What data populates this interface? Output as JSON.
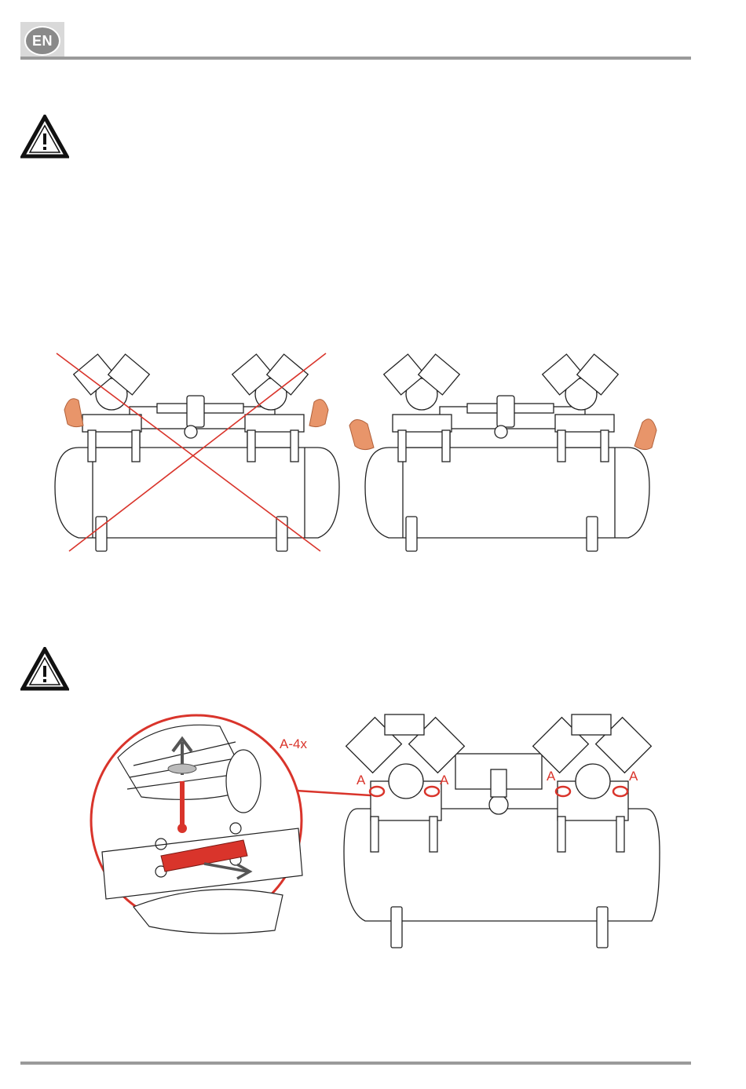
{
  "header": {
    "language_code": "EN"
  },
  "icons": {
    "warning": "warning-triangle-icon"
  },
  "figure_callouts": {
    "detail_label": "A-4x",
    "point_label": "A"
  },
  "colors": {
    "accent_red": "#d9342b",
    "hand_orange": "#e8956a",
    "rule_gray": "#9a9a9a"
  }
}
